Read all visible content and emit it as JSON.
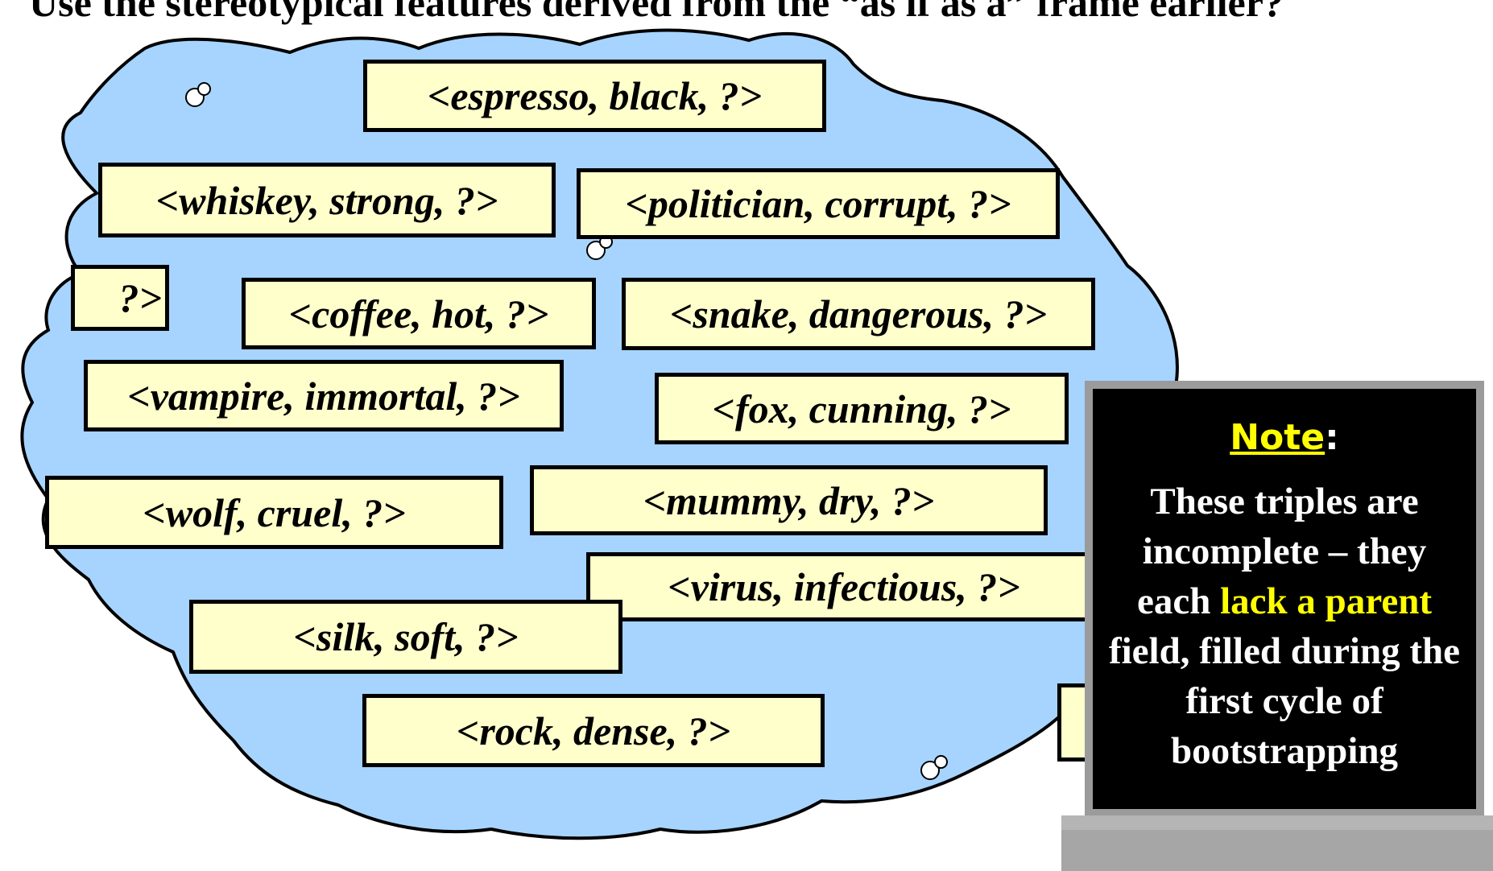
{
  "slide": {
    "title": "Use the stereotypical features derived from the “as if as a” frame earlier?"
  },
  "colors": {
    "cloud_fill": "#a6d4ff",
    "box_fill": "#ffffcc",
    "note_bg": "#000000",
    "note_highlight": "#ffff00",
    "kiosk_frame": "#9b9b9b"
  },
  "triples": [
    "<espresso, black, ?>",
    "<whiskey, strong, ?>",
    "<politician, corrupt, ?>",
    "?>",
    "<coffee, hot, ?>",
    "<snake, dangerous, ?>",
    "<vampire, immortal, ?>",
    "<fox, cunning, ?>",
    "<wolf, cruel, ?>",
    "<mummy, dry, ?>",
    "<virus, infectious, ?>",
    "<silk, soft, ?>",
    "<rock, dense, ?>"
  ],
  "note": {
    "title": "Note",
    "title_suffix": ":",
    "body_before": "These triples are incomplete – they each ",
    "body_highlight": "lack a parent",
    "body_after": " field, filled during the first cycle of bootstrapping"
  }
}
